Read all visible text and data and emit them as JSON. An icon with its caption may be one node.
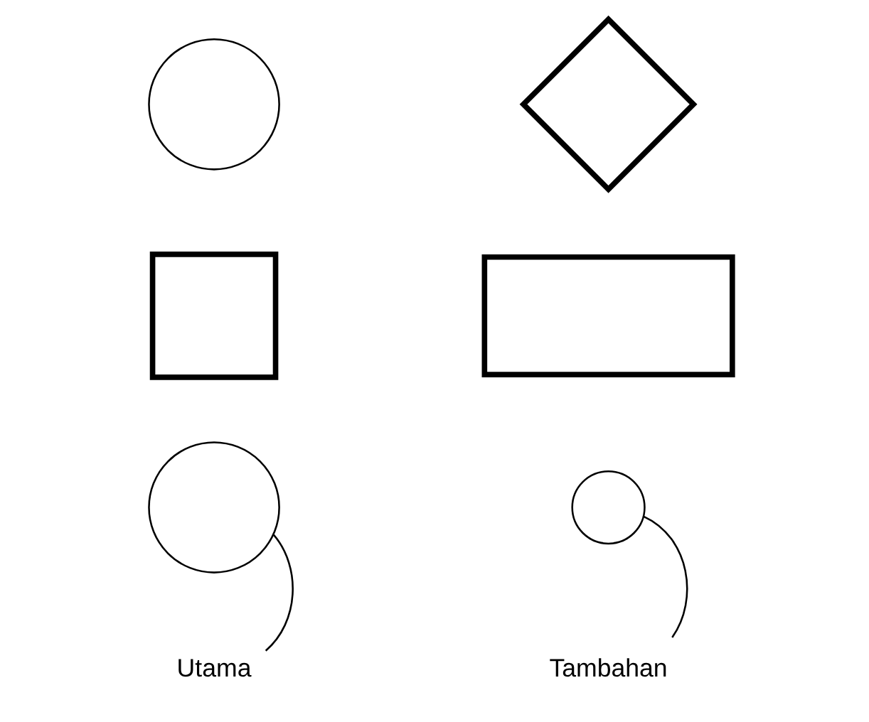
{
  "diagram": {
    "nodes": [
      {
        "text": [],
        "shape": "circle"
      },
      {
        "text": [],
        "shape": "diamond"
      },
      {
        "text": [],
        "shape": "box"
      },
      {
        "text": [],
        "shape": "box"
      },
      {
        "text": [],
        "shape": "circle"
      },
      {
        "text": [],
        "shape": "circle"
      },
      {
        "text": [
          "Utama"
        ]
      },
      {
        "text": [
          "Tambahan"
        ]
      }
    ],
    "edges": [
      {
        "from": 6,
        "to": 4,
        "arrow": "none"
      },
      {
        "from": 7,
        "to": 5,
        "arrow": "none"
      }
    ]
  }
}
